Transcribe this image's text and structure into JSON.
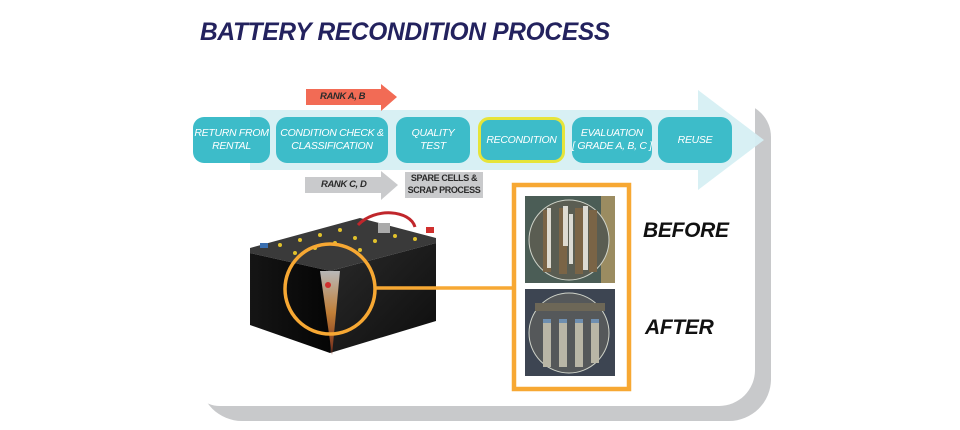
{
  "title": "BATTERY RECONDITION PROCESS",
  "process_steps": [
    {
      "label": "RETURN FROM\nRENTAL",
      "highlighted": false
    },
    {
      "label": "CONDITION CHECK &\nCLASSIFICATION",
      "highlighted": false
    },
    {
      "label": "QUALITY\nTEST",
      "highlighted": false
    },
    {
      "label": "RECONDITION",
      "highlighted": true
    },
    {
      "label": "EVALUATION\n[ GRADE A, B, C ]",
      "highlighted": false
    },
    {
      "label": "REUSE",
      "highlighted": false
    }
  ],
  "branches": {
    "upper": {
      "label": "RANK A, B",
      "color": "#f26b55"
    },
    "lower": {
      "label": "RANK C, D",
      "color": "#c9cacc",
      "outcome": "SPARE CELLS &\nSCRAP PROCESS"
    }
  },
  "comparison": {
    "before_label": "BEFORE",
    "after_label": "AFTER",
    "accent_color": "#f7a833"
  },
  "colors": {
    "title": "#23225e",
    "step_fill": "#3dbcc9",
    "step_highlight_border": "#e6e43a",
    "process_band": "#d6eff3",
    "frame": "#c8c9cb"
  }
}
